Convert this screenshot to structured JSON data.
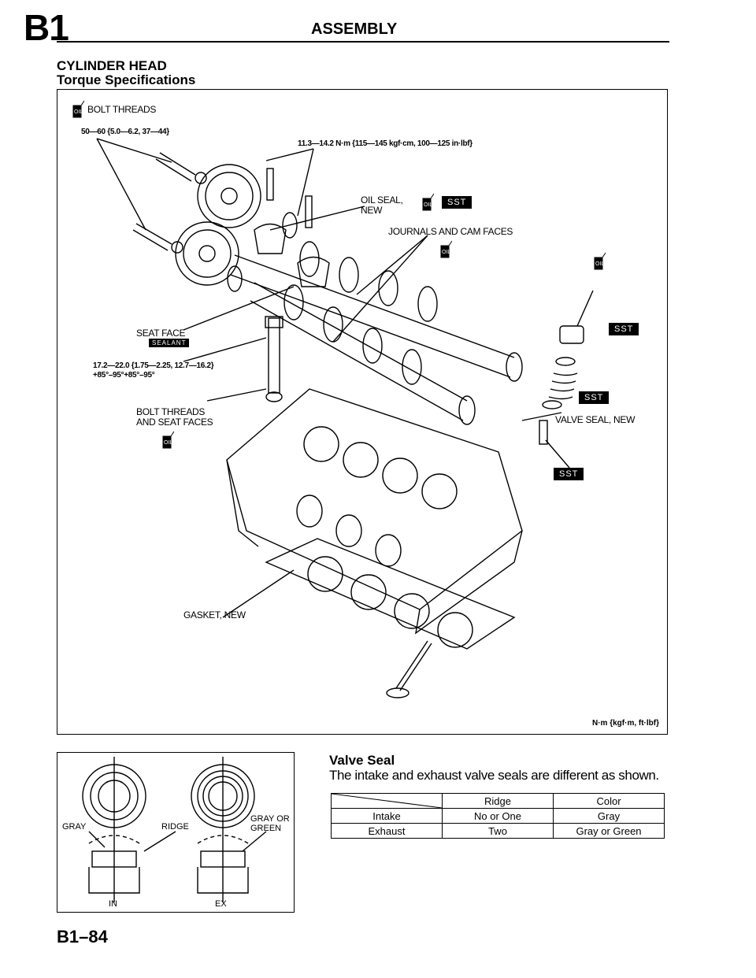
{
  "header": {
    "code": "B1",
    "title": "ASSEMBLY"
  },
  "section": {
    "title": "CYLINDER HEAD",
    "subtitle": "Torque Specifications"
  },
  "diagram": {
    "labels": {
      "bolt_threads_top": "BOLT THREADS",
      "torque_1": "50—60 {5.0—6.2, 37—44}",
      "torque_2": "11.3—14.2 N·m {115—145 kgf·cm, 100—125 in·lbf}",
      "oil_seal_1": "OIL SEAL,",
      "oil_seal_2": "NEW",
      "journals": "JOURNALS AND CAM FACES",
      "seat_face": "SEAT FACE",
      "torque_3a": "17.2—22.0 {1.75—2.25, 12.7—16.2}",
      "torque_3b": "+85°–95°+85°–95°",
      "bolt_threads_mid_1": "BOLT THREADS",
      "bolt_threads_mid_2": "AND SEAT FACES",
      "valve_seal": "VALVE SEAL, NEW",
      "gasket": "GASKET, NEW",
      "units": "N·m {kgf·m, ft·lbf}"
    },
    "badges": {
      "sst": "SST",
      "oil": "OIL",
      "sealant": "SEALANT"
    }
  },
  "inset": {
    "gray": "GRAY",
    "ridge": "RIDGE",
    "gray_or_1": "GRAY OR",
    "gray_or_2": "GREEN",
    "in": "IN",
    "ex": "EX"
  },
  "valve_seal": {
    "title": "Valve Seal",
    "description": "The intake and exhaust valve seals are different as shown.",
    "table": {
      "headers": [
        "",
        "Ridge",
        "Color"
      ],
      "rows": [
        [
          "Intake",
          "No or One",
          "Gray"
        ],
        [
          "Exhaust",
          "Two",
          "Gray or Green"
        ]
      ]
    }
  },
  "page_number": "B1–84",
  "colors": {
    "ink": "#000000",
    "paper": "#ffffff"
  }
}
